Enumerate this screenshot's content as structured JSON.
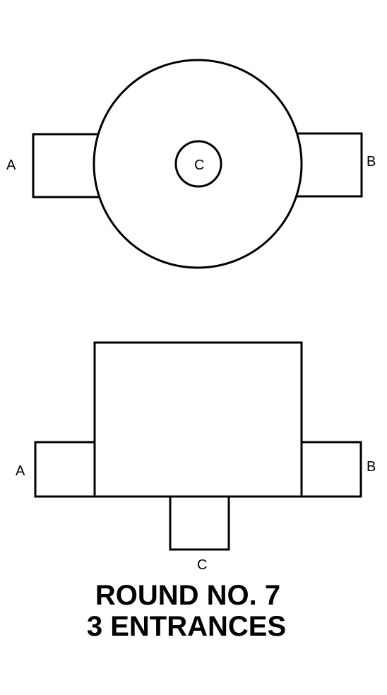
{
  "top_view": {
    "label_a": "A",
    "label_b": "B",
    "label_c": "C"
  },
  "side_view": {
    "label_a": "A",
    "label_b": "B",
    "label_c": "C"
  },
  "caption": {
    "line1": "ROUND NO. 7",
    "line2": "3 ENTRANCES"
  },
  "colors": {
    "stroke": "#000000",
    "background": "#ffffff"
  }
}
